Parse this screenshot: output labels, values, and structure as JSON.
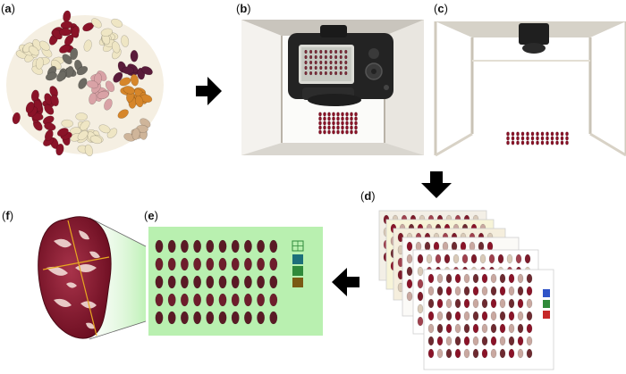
{
  "panels": {
    "a": {
      "letter": "a"
    },
    "b": {
      "letter": "b"
    },
    "c": {
      "letter": "c"
    },
    "d": {
      "letter": "d"
    },
    "e": {
      "letter": "e"
    },
    "f": {
      "letter": "f"
    }
  },
  "colors": {
    "arrow": "#000000",
    "bean_red": "#8a1328",
    "bean_cream": "#efe6c4",
    "bean_orange": "#d6862a",
    "bean_pink": "#d9a2a6",
    "bean_grey": "#6c6a62",
    "green_bg": "#b9f0b0",
    "swatch_green": "#2f8a3a",
    "swatch_teal": "#1d6f7a",
    "swatch_olive": "#7a5a14",
    "swatch_blue": "#2f54c8",
    "swatch_red": "#c62828"
  },
  "icons": [
    "right-arrow-icon",
    "down-arrow-icon",
    "left-arrow-icon",
    "camera-icon"
  ]
}
